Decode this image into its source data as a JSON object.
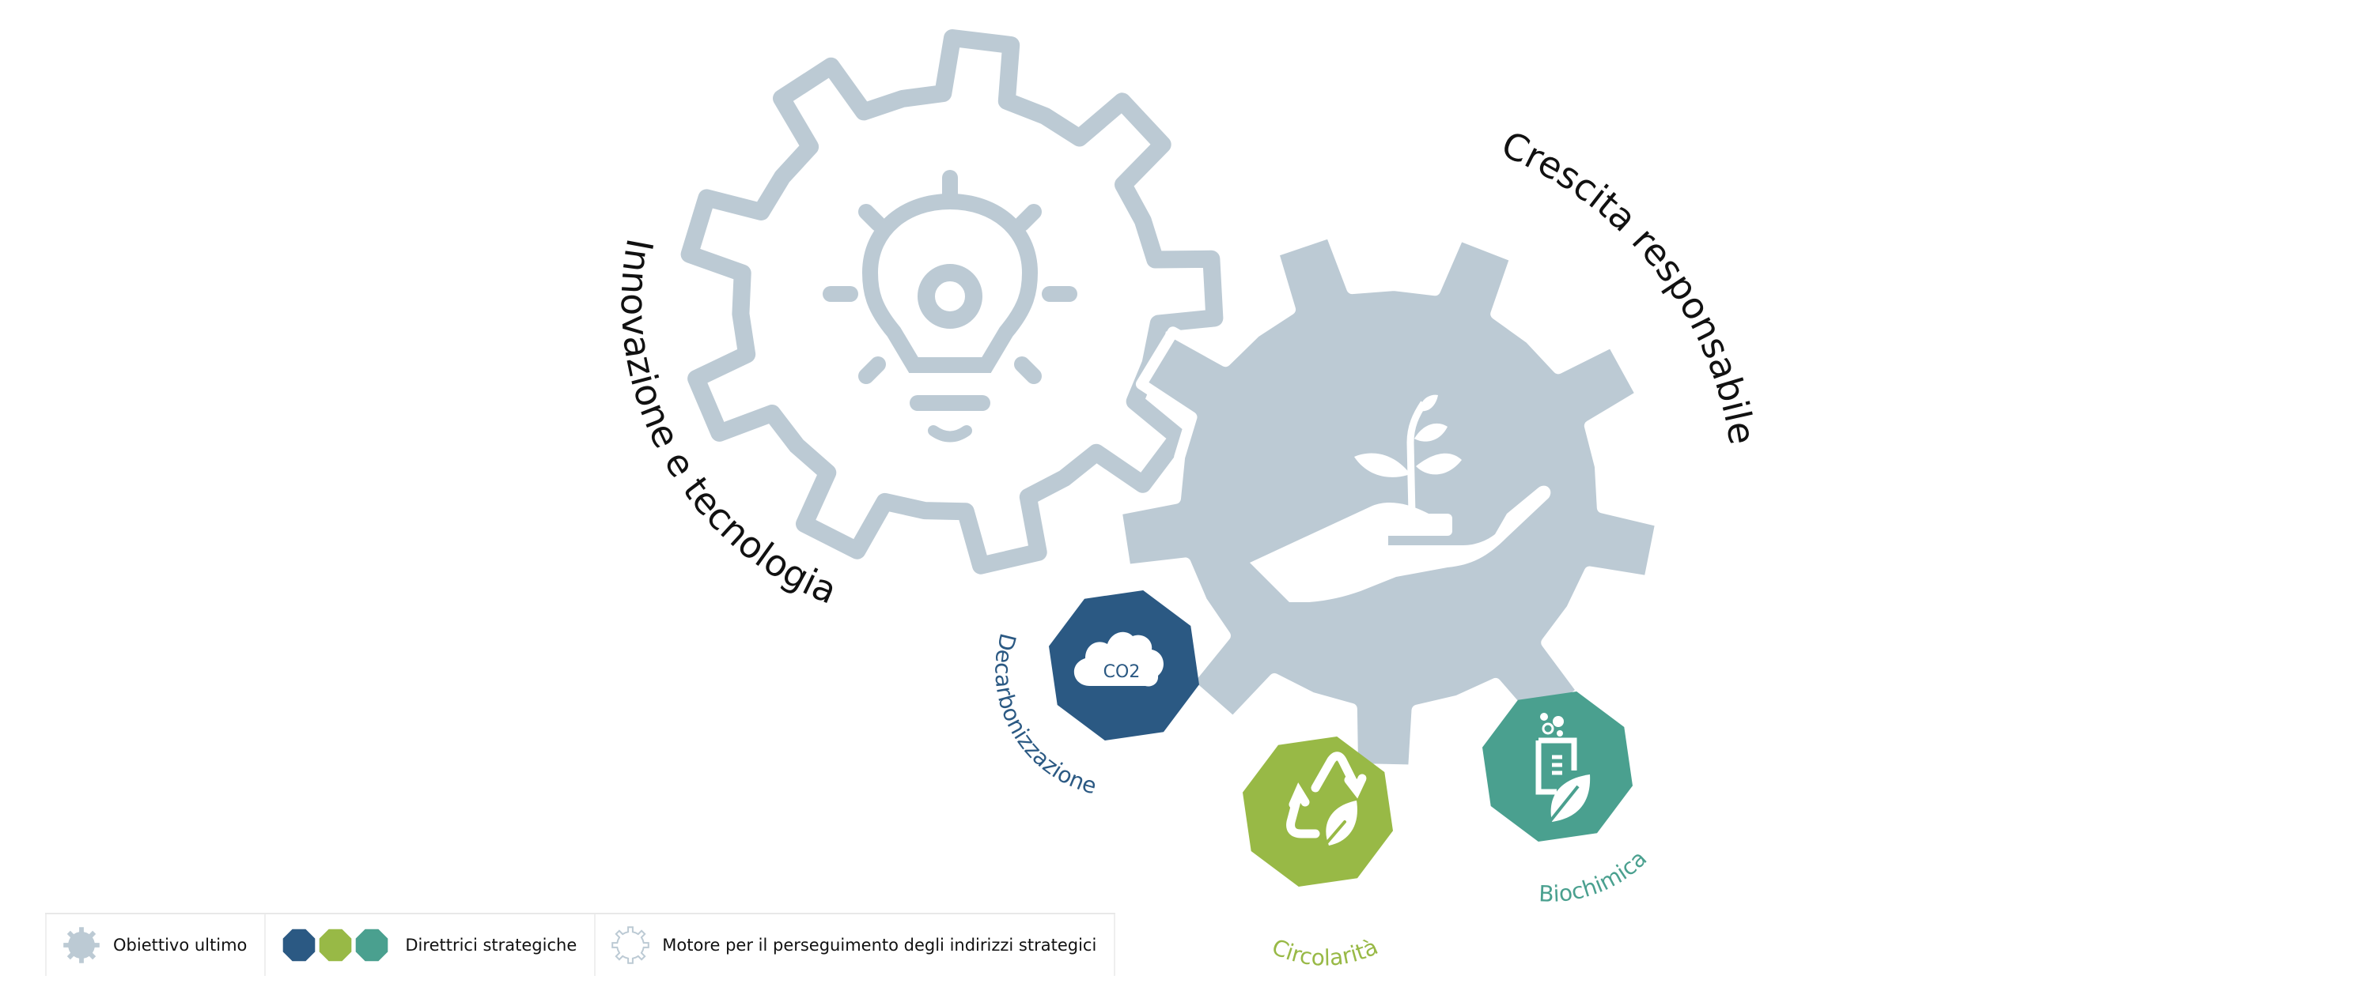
{
  "colors": {
    "gear": "#bccad4",
    "decarbonizzazione": "#2b5983",
    "circolarita": "#98b946",
    "biochimica": "#4aa08f",
    "text": "#111111"
  },
  "gears": {
    "motore": {
      "label": "Innovazione e tecnologia",
      "icon": "lightbulb-gear-icon"
    },
    "obiettivo": {
      "label": "Crescita responsabile",
      "icon": "hand-plant-icon"
    }
  },
  "directions": [
    {
      "label": "Decarbonizzazione",
      "icon": "co2-cloud-icon",
      "icon_text": "CO2"
    },
    {
      "label": "Circolarità",
      "icon": "recycle-leaf-icon"
    },
    {
      "label": "Biochimica",
      "icon": "beaker-leaf-icon"
    }
  ],
  "legend": [
    {
      "label": "Obiettivo ultimo",
      "icon": "filled-gear-icon"
    },
    {
      "label": "Direttrici strategiche",
      "icon": "octagons-icon"
    },
    {
      "label": "Motore per il perseguimento degli indirizzi strategici",
      "icon": "outline-gear-icon"
    }
  ]
}
